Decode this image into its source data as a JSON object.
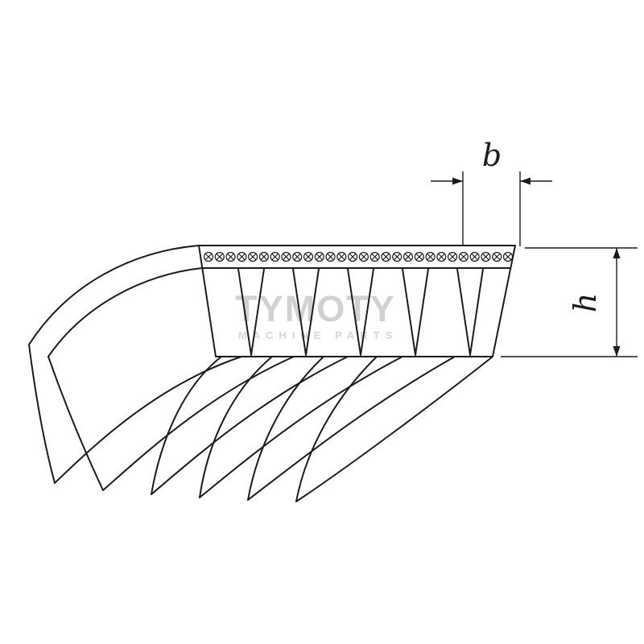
{
  "diagram": {
    "title": "Poly-V ribbed belt technical drawing",
    "type": "technical-line-drawing"
  },
  "dimensions": {
    "width_label": "b",
    "height_label": "h"
  },
  "watermark": {
    "title": "TYMOTY",
    "subtitle": "MACHINE PARTS"
  },
  "cord_band": {
    "symbol": "circle-with-x",
    "count": 28
  },
  "belt": {
    "front_grooves": 5,
    "curved_ribs": 6
  },
  "colors": {
    "line": "#1c1c1c",
    "background": "#ffffff",
    "watermark_title": "#c6c6c6",
    "watermark_subtitle": "#d2d2d2"
  }
}
